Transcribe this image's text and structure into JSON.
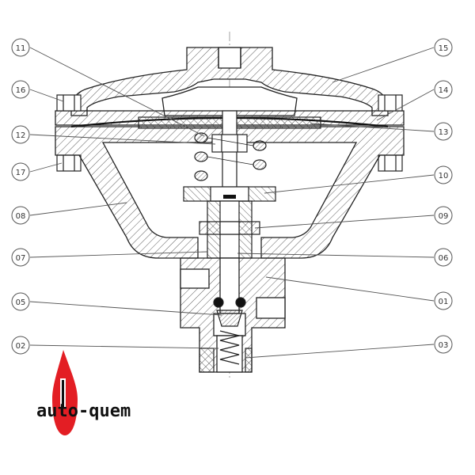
{
  "callouts": [
    {
      "id": "c11",
      "label": "11",
      "side": "left"
    },
    {
      "id": "c16",
      "label": "16",
      "side": "left"
    },
    {
      "id": "c12",
      "label": "12",
      "side": "left"
    },
    {
      "id": "c17",
      "label": "17",
      "side": "left"
    },
    {
      "id": "c08",
      "label": "08",
      "side": "left"
    },
    {
      "id": "c07",
      "label": "07",
      "side": "left"
    },
    {
      "id": "c05",
      "label": "05",
      "side": "left"
    },
    {
      "id": "c02",
      "label": "02",
      "side": "left"
    },
    {
      "id": "c15",
      "label": "15",
      "side": "right"
    },
    {
      "id": "c14",
      "label": "14",
      "side": "right"
    },
    {
      "id": "c13",
      "label": "13",
      "side": "right"
    },
    {
      "id": "c10",
      "label": "10",
      "side": "right"
    },
    {
      "id": "c09",
      "label": "09",
      "side": "right"
    },
    {
      "id": "c06",
      "label": "06",
      "side": "right"
    },
    {
      "id": "c01",
      "label": "01",
      "side": "right"
    },
    {
      "id": "c03",
      "label": "03",
      "side": "right"
    }
  ],
  "logo": {
    "text": "auto-quem",
    "flame_color": "#e31e24",
    "text_color": "#111111"
  },
  "colors": {
    "line": "#222222",
    "leader": "#555555",
    "hatch": "#333333"
  }
}
